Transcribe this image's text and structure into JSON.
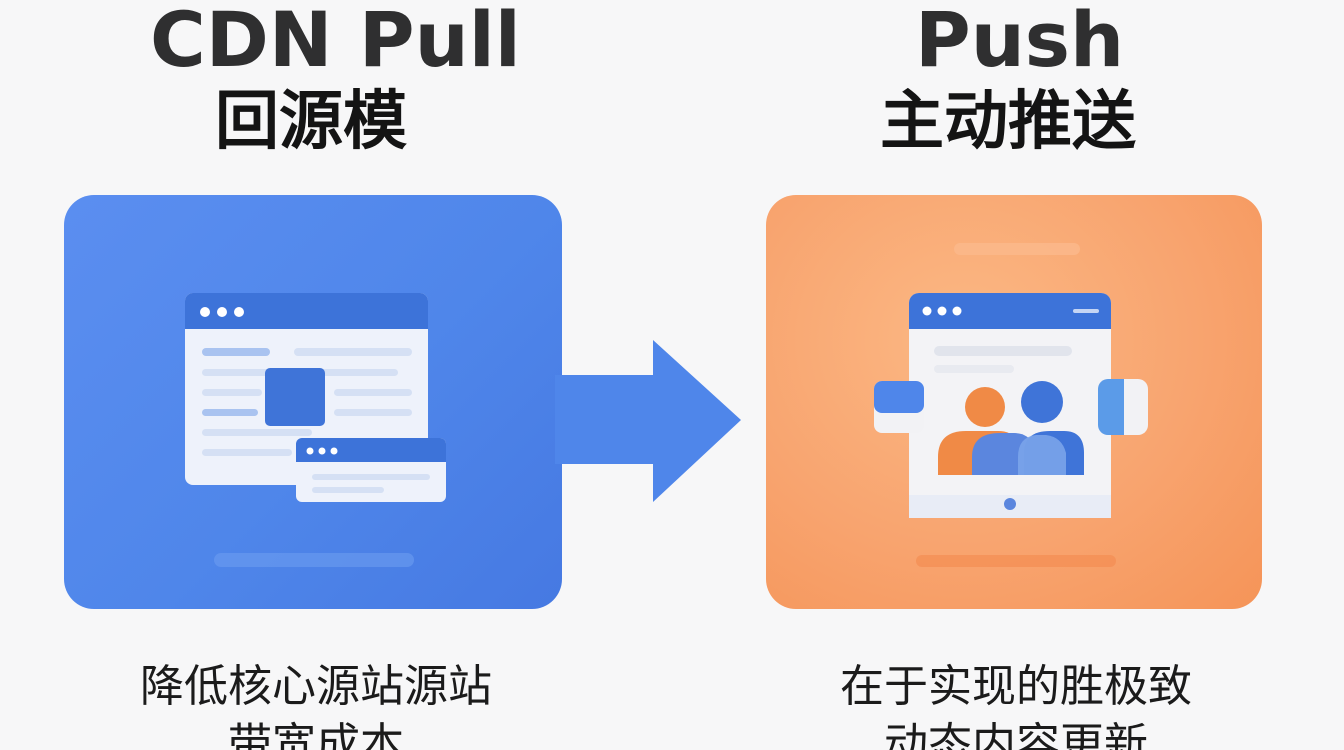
{
  "left": {
    "title_en": "CDN Pull",
    "title_zh": "回源模",
    "caption_line1": "降低核心源站源站",
    "caption_line2": "带宽成本",
    "card_color": "#5088ec",
    "icon": "browser-windows-icon"
  },
  "right": {
    "title_en": "Push",
    "title_zh": "主动推送",
    "caption_line1": "在于实现的胜极致",
    "caption_line2": "动态内容更新",
    "card_color": "#f7a06a",
    "icon": "tablet-users-icon"
  },
  "arrow": {
    "color": "#4f86ea",
    "icon": "right-arrow-icon"
  }
}
